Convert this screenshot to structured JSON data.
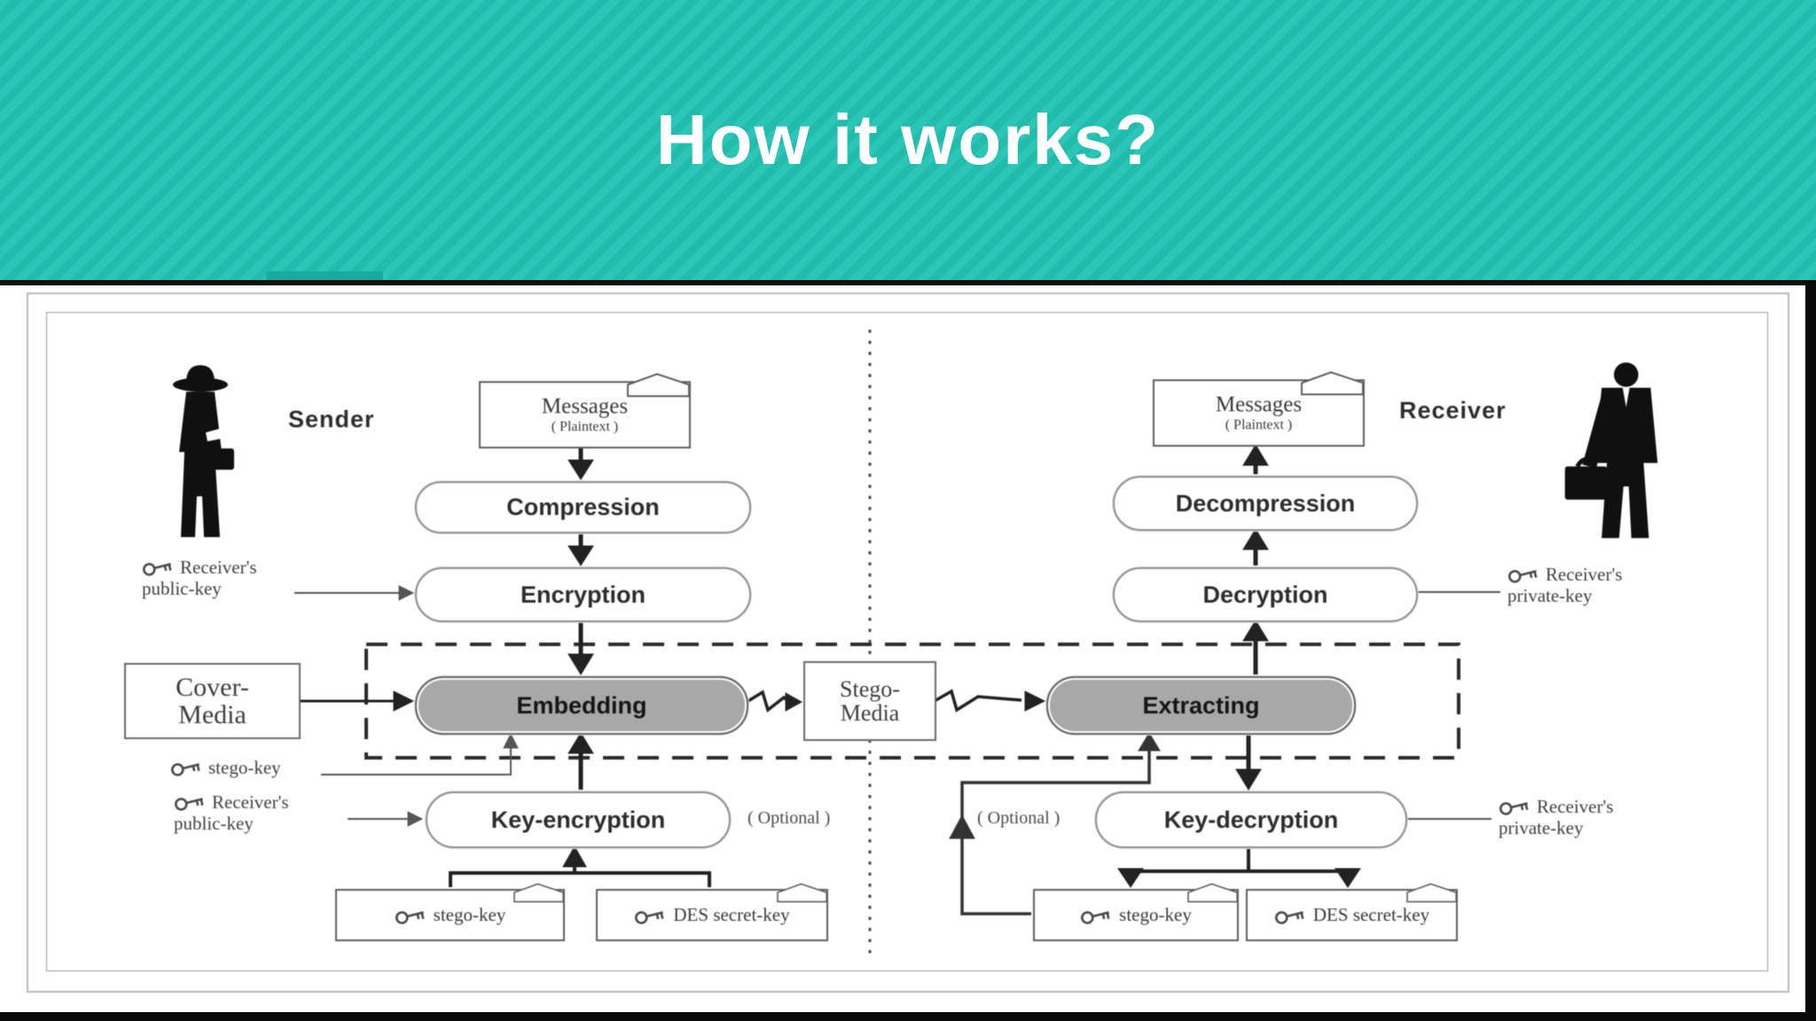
{
  "slide": {
    "title": "How it works?",
    "banner_color": "#29c3b4",
    "banner_stripe_color": "#21bbac"
  },
  "diagram": {
    "sender_label": "Sender",
    "receiver_label": "Receiver",
    "messages_left": {
      "title": "Messages",
      "subtitle": "( Plaintext )"
    },
    "messages_right": {
      "title": "Messages",
      "subtitle": "( Plaintext )"
    },
    "process": {
      "compression": "Compression",
      "encryption": "Encryption",
      "embedding": "Embedding",
      "key_encryption": "Key-encryption",
      "extracting": "Extracting",
      "decryption": "Decryption",
      "decompression": "Decompression",
      "key_decryption": "Key-decryption"
    },
    "media": {
      "cover": {
        "line1": "Cover-",
        "line2": "Media"
      },
      "stego": {
        "line1": "Stego-",
        "line2": "Media"
      }
    },
    "optional_left": "( Optional )",
    "optional_right": "( Optional )",
    "keys": {
      "receiver_public_upper": {
        "line1": "Receiver's",
        "line2": "public-key"
      },
      "stego_key_label": "stego-key",
      "receiver_public_lower": {
        "line1": "Receiver's",
        "line2": "public-key"
      },
      "receiver_private_upper": {
        "line1": "Receiver's",
        "line2": "private-key"
      },
      "receiver_private_lower": {
        "line1": "Receiver's",
        "line2": "private-key"
      }
    },
    "key_docs": {
      "stego_left": "stego-key",
      "des_left": "DES secret-key",
      "stego_right": "stego-key",
      "des_right": "DES secret-key"
    },
    "colors": {
      "process_fill": "#a8a8a8",
      "ink": "#333333"
    }
  }
}
